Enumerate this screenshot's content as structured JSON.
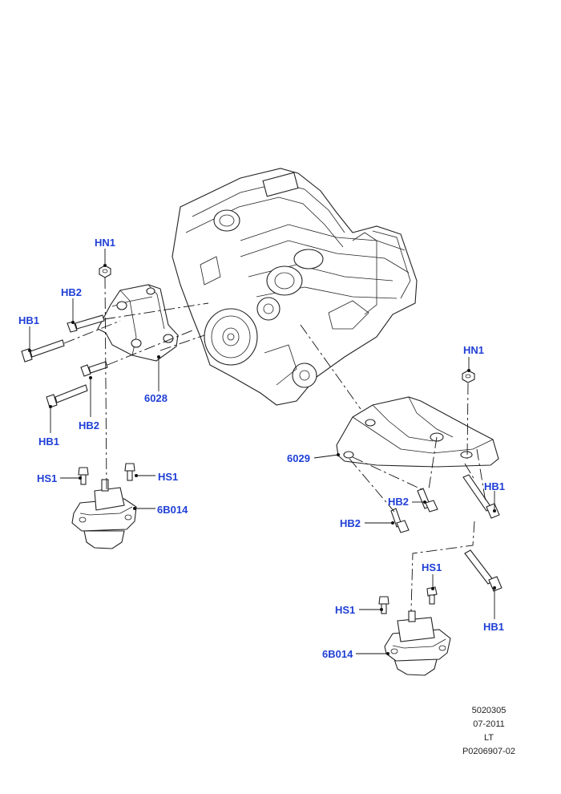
{
  "callouts": {
    "hn1_left": "HN1",
    "hb2_left_top": "HB2",
    "hb1_left_top": "HB1",
    "hb2_left_bottom": "HB2",
    "hb1_left_bottom": "HB1",
    "bracket_left": "6028",
    "hs1_left_a": "HS1",
    "hs1_left_b": "HS1",
    "mount_left": "6B014",
    "hn1_right": "HN1",
    "bracket_right": "6029",
    "hb2_right_a": "HB2",
    "hb2_right_b": "HB2",
    "hb1_right_top": "HB1",
    "hb1_right_bottom": "HB1",
    "hs1_right_a": "HS1",
    "hs1_right_b": "HS1",
    "mount_right": "6B014"
  },
  "reference": {
    "code": "5020305",
    "date": "07-2011",
    "side": "LT",
    "illustration_id": "P0206907-02"
  },
  "colors": {
    "callout": "#1f3fd6",
    "line": "#222222"
  }
}
